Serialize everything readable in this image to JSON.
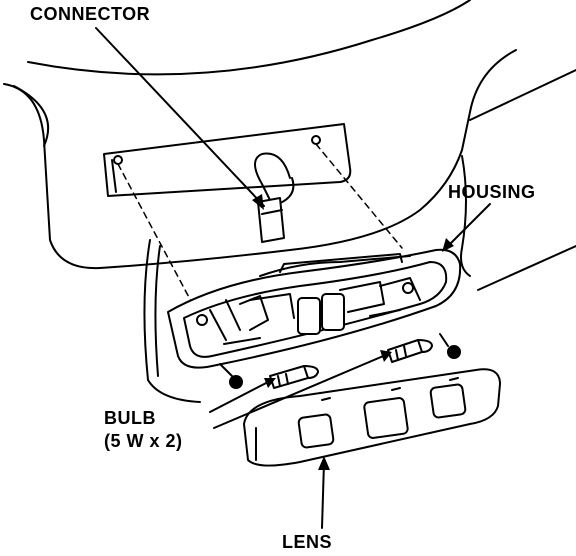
{
  "labels": {
    "connector": "CONNECTOR",
    "housing": "HOUSING",
    "bulb_line1": "BULB",
    "bulb_line2": "(5 W x 2)",
    "lens": "LENS"
  },
  "colors": {
    "ink": "#000000",
    "paper": "#ffffff"
  }
}
